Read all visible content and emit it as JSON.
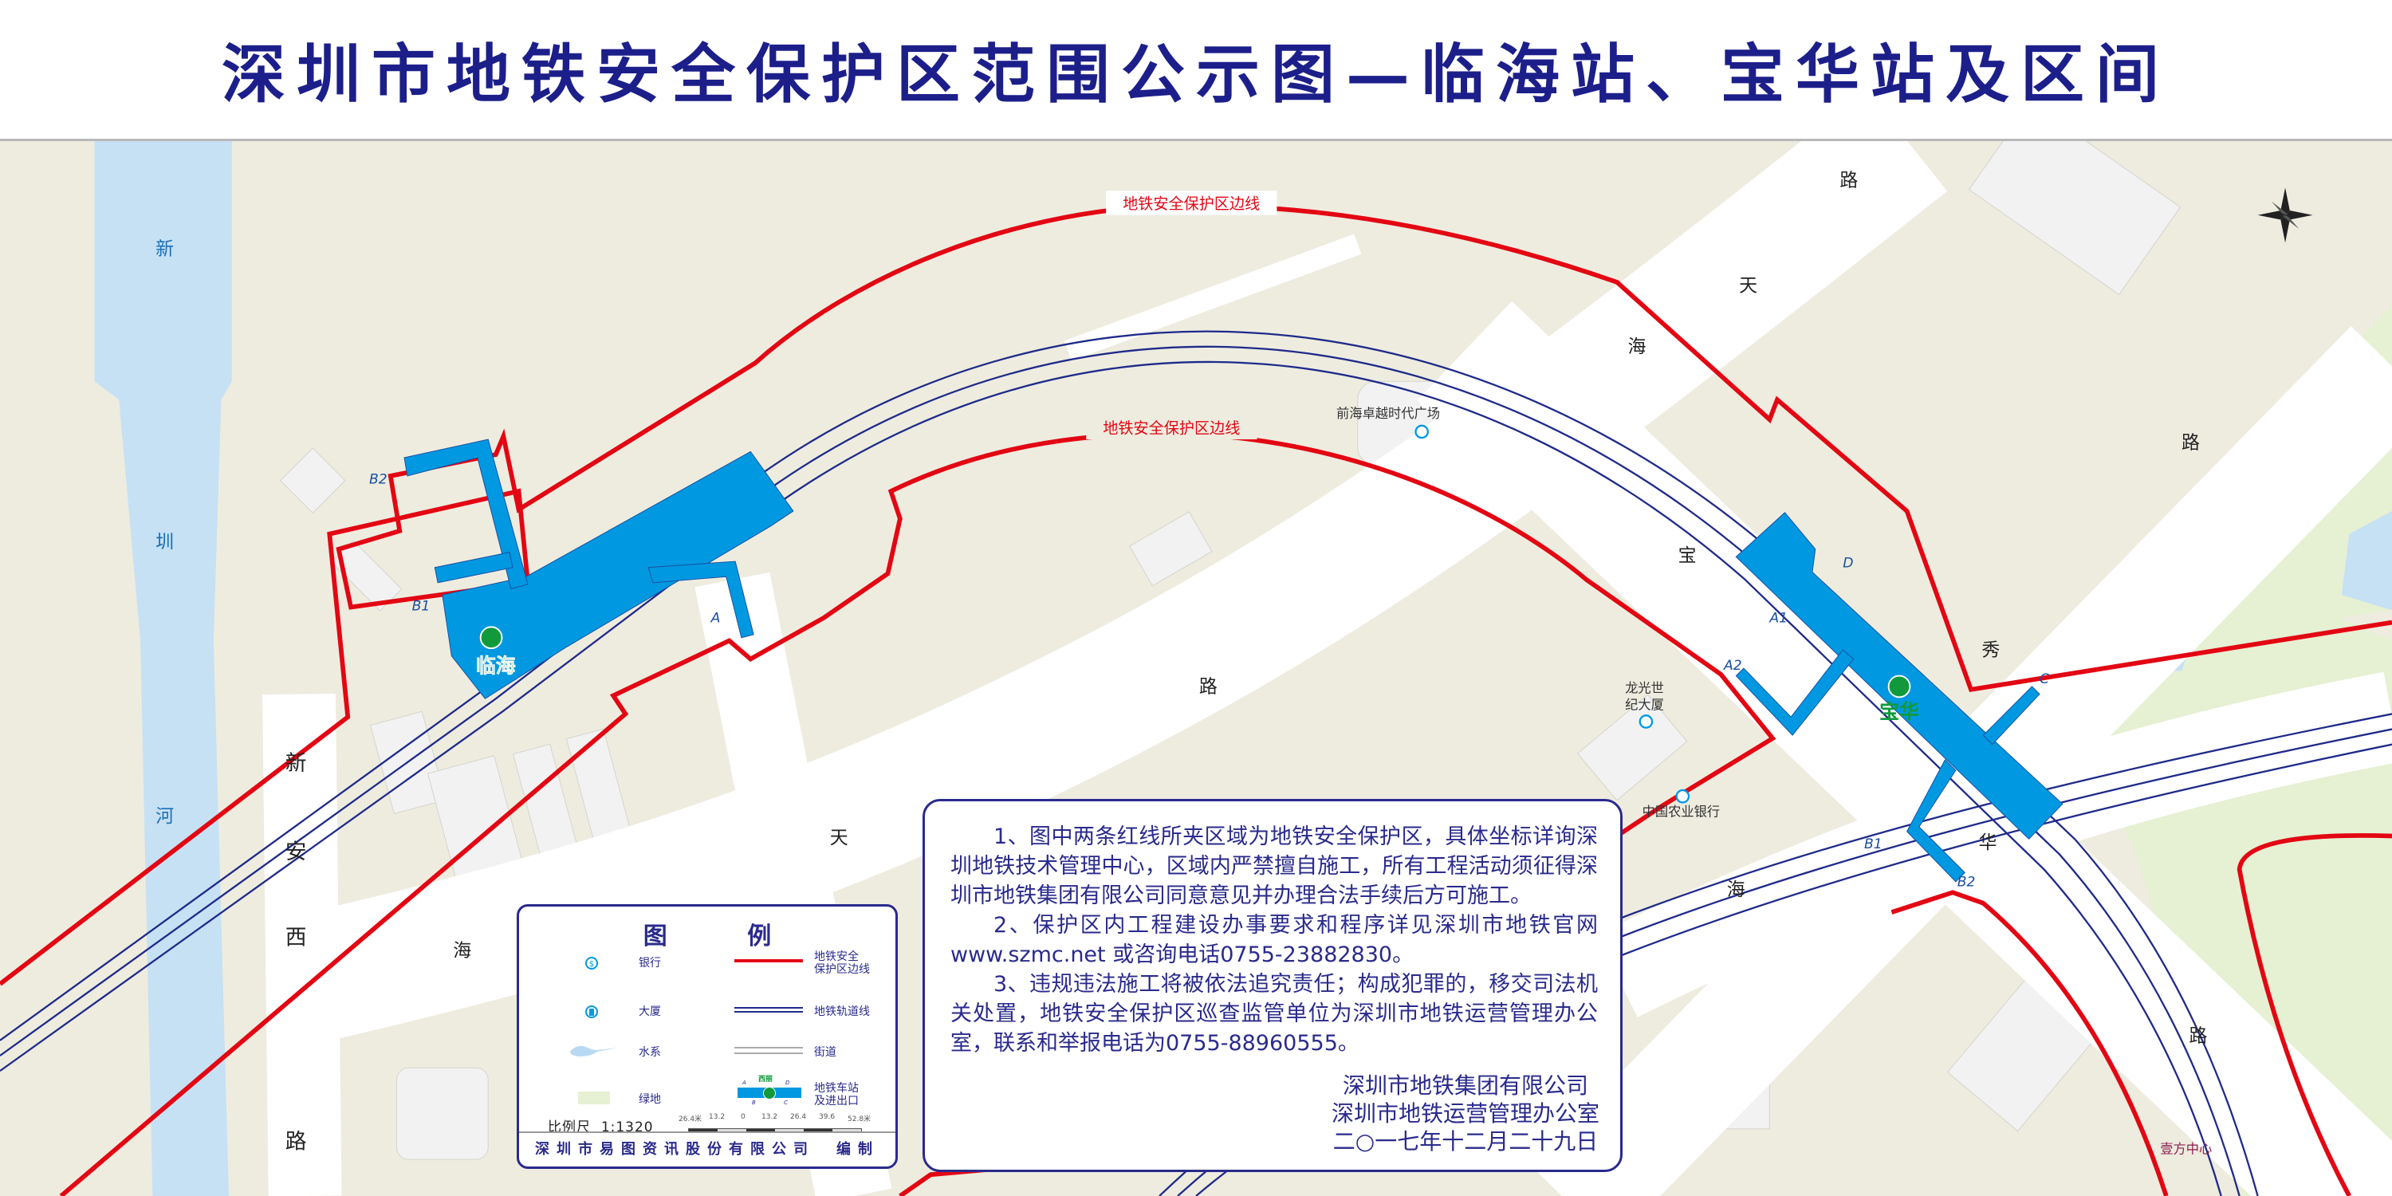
{
  "title": "深圳市地铁安全保护区范围公示图—临海站、宝华站及区间",
  "map": {
    "boundary_label_outer": "地铁安全保护区边线",
    "boundary_label_inner": "地铁安全保护区边线",
    "river_chars": [
      "新",
      "圳",
      "河"
    ],
    "road_xinanxi": [
      "新",
      "安",
      "西",
      "路"
    ],
    "road_tianhai_lower": [
      "海",
      "天",
      "路"
    ],
    "road_tianhai_upper": [
      "海",
      "天",
      "路"
    ],
    "road_baohai": [
      "宝",
      "海"
    ],
    "road_huaxiu": [
      "华",
      "秀",
      "路"
    ],
    "road_baohua_lower": [
      "路"
    ],
    "stations": {
      "linhai": {
        "name": "临海",
        "exits": [
          "B2",
          "B1",
          "A"
        ]
      },
      "baohua": {
        "name": "宝华",
        "exits": [
          "D",
          "A1",
          "A2",
          "C",
          "B1",
          "B2"
        ]
      }
    },
    "pois": {
      "qianhai_plaza": "前海卓越时代广场",
      "longguang_l1": "龙光世",
      "longguang_l2": "纪大厦",
      "abc_bank": "中国农业银行",
      "yifang": "壹方中心"
    },
    "colors": {
      "boundary": "#e30613",
      "station": "#0098e1",
      "track": "#1f2a8a",
      "land": "#eeecdf",
      "water": "#c6e1f4",
      "green": "#e6f0d2"
    }
  },
  "legend": {
    "title": "图 例",
    "bank": "银行",
    "building": "大厦",
    "water": "水系",
    "green": "绿地",
    "boundary_l1": "地铁安全",
    "boundary_l2": "保护区边线",
    "track": "地铁轨道线",
    "street": "街道",
    "station_l1": "地铁车站",
    "station_l2": "及进出口",
    "sample_station": "西丽",
    "sample_exits": [
      "A",
      "D",
      "B",
      "C"
    ],
    "scale_label": "比例尺",
    "scale_ratio": "1:1320",
    "scale_ticks": [
      "26.4米",
      "13.2",
      "0",
      "13.2",
      "26.4",
      "39.6",
      "52.8米"
    ],
    "footer": "深圳市易图资讯股份有限公司　编制"
  },
  "notice": {
    "items": [
      "1、图中两条红线所夹区域为地铁安全保护区，具体坐标详询深圳地铁技术管理中心，区域内严禁擅自施工，所有工程活动须征得深圳市地铁集团有限公司同意意见并办理合法手续后方可施工。",
      "2、保护区内工程建设办事要求和程序详见深圳市地铁官网www.szmc.net 或咨询电话0755-23882830。",
      "3、违规违法施工将被依法追究责任；构成犯罪的，移交司法机关处置，地铁安全保护区巡查监管单位为深圳市地铁运营管理办公室，联系和举报电话为0755-88960555。"
    ],
    "issuer1": "深圳市地铁集团有限公司",
    "issuer2": "深圳市地铁运营管理办公室",
    "date": "二○一七年十二月二十九日"
  }
}
